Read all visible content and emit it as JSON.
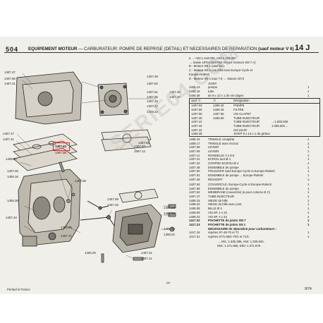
{
  "header": {
    "brand": "504",
    "title": "EQUIPEMENT MOTEUR",
    "subtitle": "— CARBURATEUR: POMPE DE REPRISE (DETAIL) ET NECESSAIRES DE REPARATION",
    "qualifier": "(sauf moteur V 6)",
    "page_code": "14 J"
  },
  "watermark": "SERIE04.COM",
  "diagram": {
    "callouts": [
      "1407.47",
      "1407.55",
      "1407.41",
      "1407.49",
      "1407.62",
      "1407.51",
      "1407.05",
      "1407.43",
      "1407.40",
      "1408.22",
      "1407.48",
      "1407.40",
      "1407.52",
      "1407.17",
      "1407.21",
      "1408.22",
      "1407.43",
      "1407.30",
      "1407.02",
      "1407.13",
      "1407.08",
      "1407.46",
      "1406.16",
      "1406.38",
      "1407.44",
      "1407.09",
      "1407.18",
      "1406.05",
      "1407.71",
      "1407.23",
      "1407.22",
      "1408.08",
      "1408.22",
      "1407.21",
      "1407.11",
      "1406.25"
    ],
    "highlighted_ref": "1407.43",
    "highlighted_sub": "1407.38",
    "figure_code": "14J"
  },
  "parts": {
    "applicability": [
      "a  → A91:1.119.000, A93:1.120.400",
      "   → Saisie 1970 (sauf A93 et tous moteurs XM 7 A)",
      "B - Moteur XN 1 (sauf D1).",
      "C - Moteur XN 1 (sauf fait tous Europe-Cycle et",
      "    Europe-Ralenti.",
      "D - Moteur XN 1 tous 7,6 → Saison 1972"
    ],
    "group1": [
      {
        "ref": "",
        "text": "JOINT",
        "qty": ""
      },
      {
        "ref": "1406.13",
        "text": "pompe",
        "qty": "1"
      },
      {
        "ref": "1406.16",
        "text": "tube",
        "qty": "1"
      },
      {
        "ref": "1406.38",
        "text": "de 9 x 13 x 1 de vis-clapet",
        "qty": "1"
      }
    ],
    "table": {
      "headers": [
        "sauf ⓐ",
        "ⓐ",
        "Désignation"
      ],
      "rows": [
        {
          "a": "1407.03",
          "b": "1406.42",
          "c": "POMPE",
          "d": ""
        },
        {
          "a": "1407.08",
          "b": "1406.46",
          "c": "FILTRE",
          "d": ""
        },
        {
          "a": "1407.05",
          "b": "1407.05",
          "c": "VIS-CLAPET",
          "d": ""
        },
        {
          "a": "1407.40",
          "b": "1406.60",
          "c": "TUBE-INJECTEUR",
          "d": ""
        },
        {
          "a": "1407.41",
          "b": "",
          "c": "TUBE-INJECTEUR",
          "d": "→1.065.500"
        },
        {
          "a": "1407.42",
          "b": "",
          "c": "TUBE-INJECTEUR",
          "d": "1.065.501→"
        },
        {
          "a": "1407.44",
          "b": "",
          "c": "GICLEUR",
          "d": ""
        },
        {
          "a": "1406.38",
          "b": "",
          "c": "JOINT 9 x 13 x 1 de gicleur",
          "d": ""
        }
      ]
    },
    "group2": [
      {
        "ref": "1408.16",
        "text": "TRINGLE complète",
        "qty": "1"
      },
      {
        "ref": "1408.17",
        "text": "TRINGLE avec écrous",
        "qty": "1"
      },
      {
        "ref": "1407.08",
        "text": "LEVIER",
        "qty": "1"
      },
      {
        "ref": "1407.09",
        "text": "LEVIER",
        "qty": "1"
      },
      {
        "ref": "1407.11",
        "text": "RONDELLE 4 x 8,5",
        "qty": "1"
      },
      {
        "ref": "1407.21",
        "text": "ECROU tout Ø 4",
        "qty": "1"
      },
      {
        "ref": "1407.22",
        "text": "CONTRE-ECROU Ø 4",
        "qty": "1"
      },
      {
        "ref": "1407.48",
        "text": "ENSEMBLE de pompe",
        "qty": "1"
      },
      {
        "ref": "1407.50",
        "text": "POUSSOIR Sauf Europe-Cycle et Europe-Ralenti",
        "qty": "1"
      },
      {
        "ref": "1407.51",
        "text": "ENSEMBLE de pompe ... Europe-Ralenti",
        "qty": "1"
      },
      {
        "ref": "1407.49",
        "text": "RESSORT",
        "qty": "1"
      }
    ],
    "group3": [
      {
        "ref": "1407.63",
        "text": "COUVERCLE, Europe-Cycle et Europe-Ralenti",
        "qty": "1"
      },
      {
        "ref": "1407.69",
        "text": "ENSEMBLE de pompe",
        "qty": "1"
      },
      {
        "ref": "1407.52",
        "text": "MEMBRANE (couvercle) (a pour colonne B C)",
        "qty": "1"
      },
      {
        "ref": "1407.47",
        "text": "TUBE-INJECTEUR",
        "qty": "1"
      },
      {
        "ref": "1408.15",
        "text": "SIEGE de bille",
        "qty": "1"
      },
      {
        "ref": "1408.22",
        "text": "SIEGE de bille avec joint",
        "qty": "1"
      },
      {
        "ref": "1408.08",
        "text": "BILLE Ø 4",
        "qty": "1"
      },
      {
        "ref": "1408.09",
        "text": "VIS 6P, 4 x 22",
        "qty": "4"
      },
      {
        "ref": "1408.22",
        "text": "VIS 6P, 4 x 22",
        "qty": "4"
      }
    ],
    "group4": [
      {
        "ref": "1417.03",
        "text": "POCHETTE de joints XM 7",
        "qty": "1"
      },
      {
        "ref": "1417.23",
        "text": "POCHETTE de joints XN 1",
        "qty": "1"
      }
    ],
    "necessaire": "NECESSAIRE de réparation pour carburateurs :",
    "necessaire_rows": [
      {
        "ref": "1417.16",
        "text": "repères 57-48-70 et 71",
        "qty": "1"
      },
      {
        "ref": "1417.21",
        "text": "repères 57/1-68/1-70/1 et 71/1",
        "qty": "1"
      }
    ],
    "serials": [
      "→ A91: 1.335.386, A93: 1.335.834,",
      "   D91: 1.371.866, D93: 1.371.876"
    ]
  },
  "footer": {
    "printed": "Printed in France",
    "code": "(a)",
    "page": "9/74"
  }
}
